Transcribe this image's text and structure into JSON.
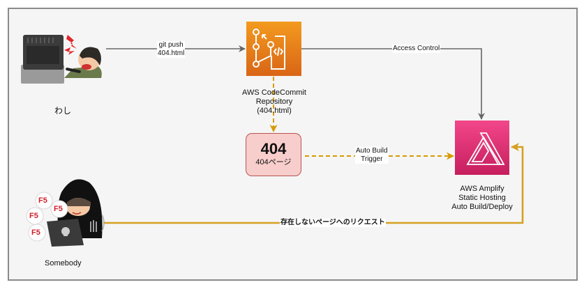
{
  "nodes": {
    "user": {
      "label": "わし",
      "icon": "person-at-computer-angry-icon"
    },
    "codecommit": {
      "label_lines": [
        "AWS CodeCommit",
        "Repository",
        "(404.html)"
      ],
      "icon": "aws-codecommit-icon",
      "color": "#e8761c"
    },
    "page404": {
      "title": "404",
      "subtitle": "404ページ",
      "fill": "#f8cecc",
      "stroke": "#b85450"
    },
    "amplify": {
      "label_lines": [
        "AWS Amplify",
        "Static Hosting",
        "Auto Build/Deploy"
      ],
      "icon": "aws-amplify-icon",
      "color": "#e0306f"
    },
    "somebody": {
      "label": "Somebody",
      "icon": "hooded-hacker-laptop-icon",
      "bubbles": [
        "F5",
        "F5",
        "F5",
        "F5"
      ]
    }
  },
  "edges": {
    "git_push": {
      "label_lines": [
        "git push",
        "404.html"
      ],
      "color": "#666666"
    },
    "access_control": {
      "label": "Access Control",
      "color": "#666666"
    },
    "codecommit_to_404": {
      "style": "dashed",
      "color": "#d79b00"
    },
    "auto_build": {
      "label_lines": [
        "Auto Build",
        "Trigger"
      ],
      "style": "dashed",
      "color": "#d79b00"
    },
    "request": {
      "label": "存在しないページへのリクエスト",
      "color": "#d6a022"
    }
  }
}
